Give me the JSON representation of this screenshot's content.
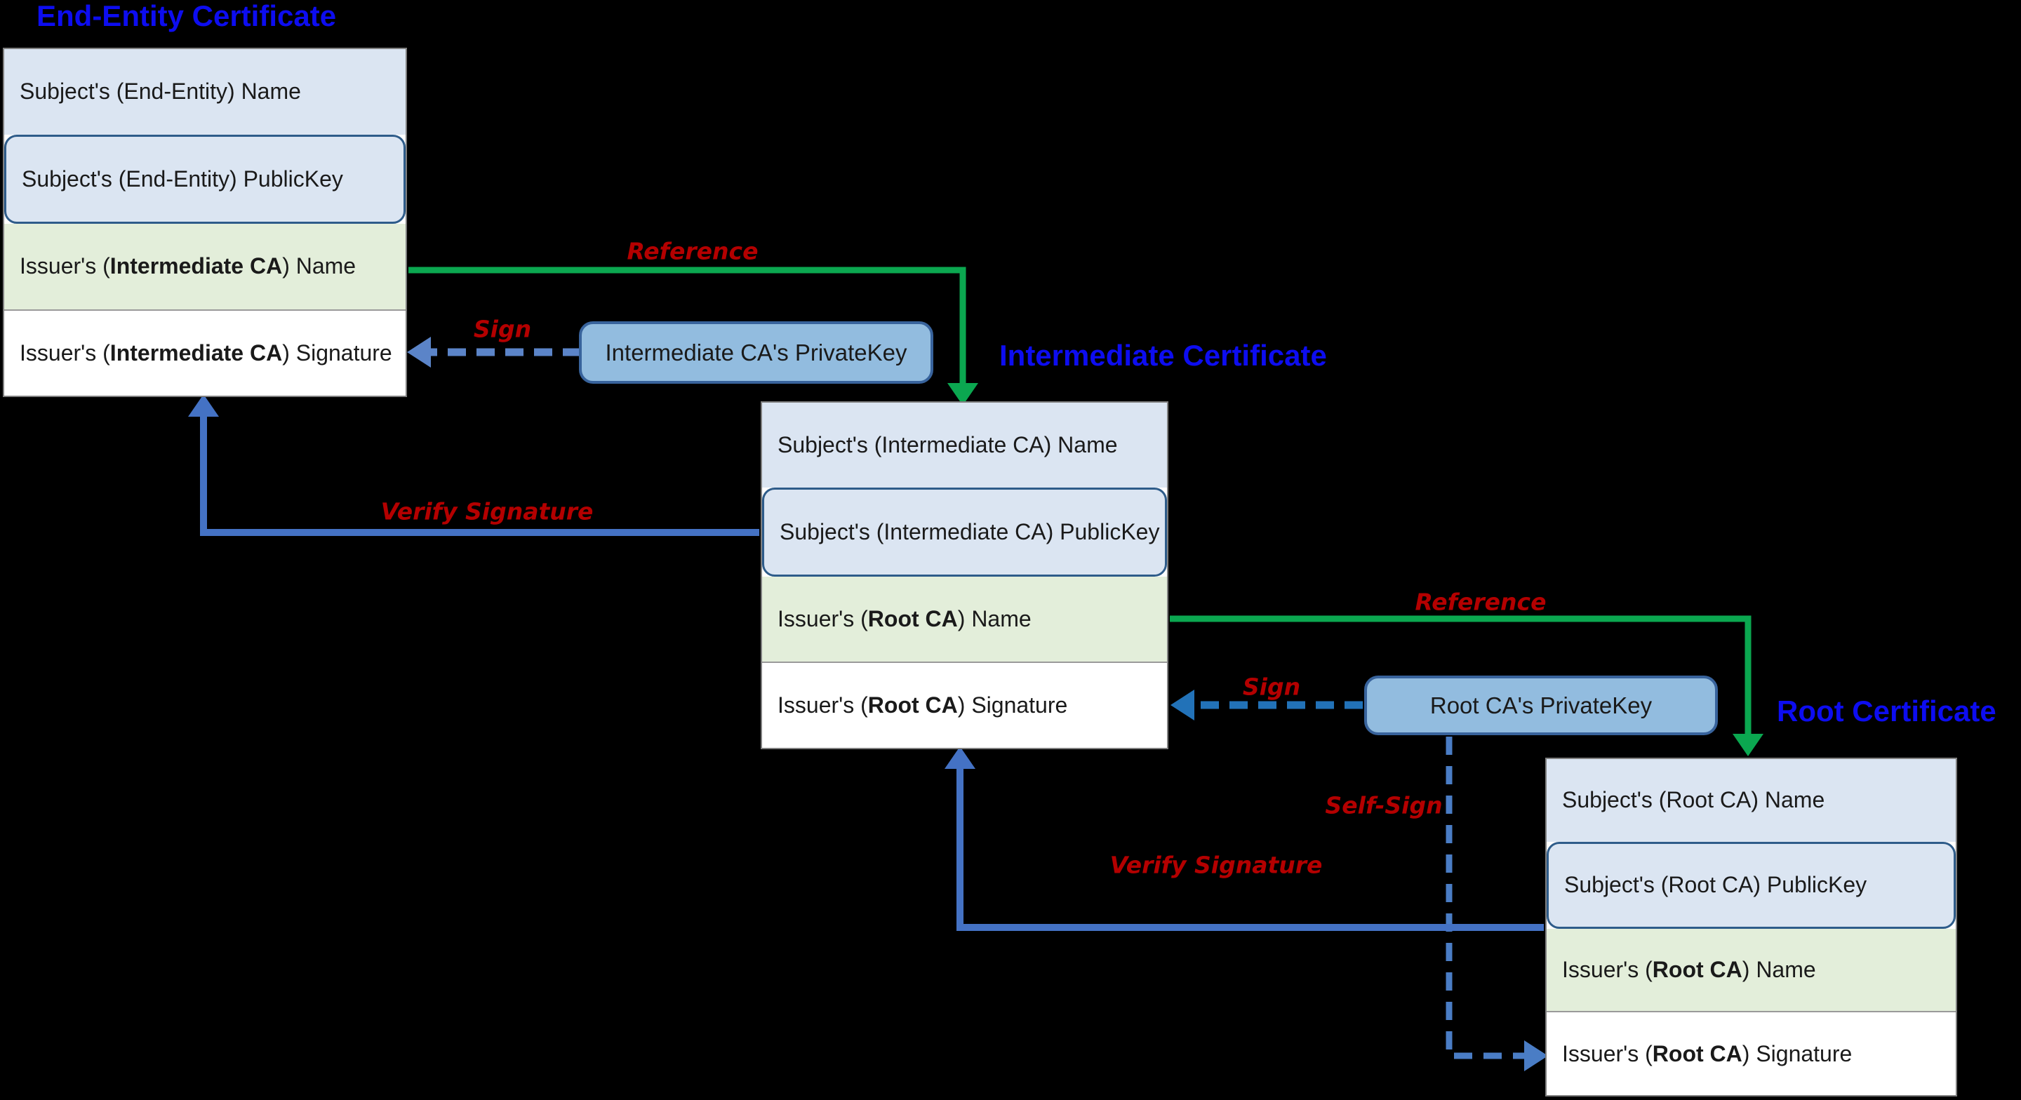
{
  "colors": {
    "background": "#000000",
    "title_blue": "#0d0df0",
    "label_red": "#b40000",
    "reference_green": "#0ba750",
    "verify_blue": "#4472c4",
    "sign1_blue": "#5b84c8",
    "sign2_blue": "#2272b8",
    "selfsign_blue": "#4a7dc5",
    "row_lightblue": "#dbe5f2",
    "row_green": "#e3eeda",
    "row_white": "#ffffff",
    "publickey_border": "#2e5c8a",
    "privatekey_fill": "#92bcdf",
    "privatekey_border": "#38639c",
    "cert_border": "#7f7f7f"
  },
  "certificates": [
    {
      "title": "End-Entity Certificate",
      "rows": [
        {
          "pre": "Subject's (End-Entity) Name",
          "bold": "",
          "post": ""
        },
        {
          "pre": "Subject's (End-Entity) PublicKey",
          "bold": "",
          "post": ""
        },
        {
          "pre": "Issuer's (",
          "bold": "Intermediate CA",
          "post": ") Name"
        },
        {
          "pre": "Issuer's (",
          "bold": "Intermediate CA",
          "post": ") Signature"
        }
      ]
    },
    {
      "title": "Intermediate Certificate",
      "rows": [
        {
          "pre": "Subject's (Intermediate CA) Name",
          "bold": "",
          "post": ""
        },
        {
          "pre": "Subject's (Intermediate CA) PublicKey",
          "bold": "",
          "post": ""
        },
        {
          "pre": "Issuer's (",
          "bold": "Root CA",
          "post": ") Name"
        },
        {
          "pre": "Issuer's (",
          "bold": "Root CA",
          "post": ") Signature"
        }
      ]
    },
    {
      "title": "Root Certificate",
      "rows": [
        {
          "pre": "Subject's (Root CA) Name",
          "bold": "",
          "post": ""
        },
        {
          "pre": "Subject's (Root CA) PublicKey",
          "bold": "",
          "post": ""
        },
        {
          "pre": "Issuer's (",
          "bold": "Root CA",
          "post": ") Name"
        },
        {
          "pre": "Issuer's (",
          "bold": "Root CA",
          "post": ") Signature"
        }
      ]
    }
  ],
  "private_keys": [
    {
      "label": "Intermediate CA's PrivateKey"
    },
    {
      "label": "Root CA's PrivateKey"
    }
  ],
  "arrow_labels": {
    "reference_1": "Reference",
    "sign_1": "Sign",
    "verify_1": "Verify Signature",
    "reference_2": "Reference",
    "sign_2": "Sign",
    "self_sign": "Self-Sign",
    "verify_2": "Verify Signature"
  }
}
